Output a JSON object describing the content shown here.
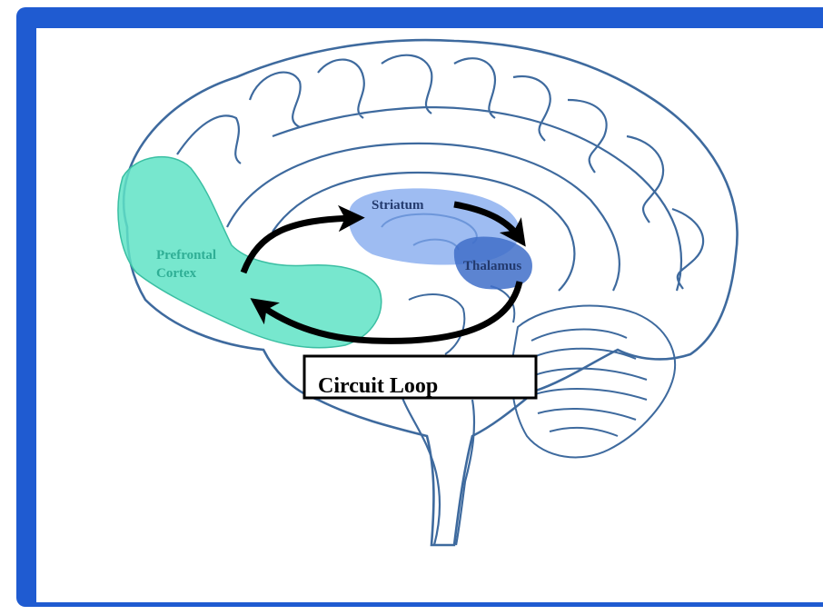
{
  "diagram": {
    "labels": {
      "prefrontal_line1": "Prefrontal",
      "prefrontal_line2": "Cortex",
      "striatum": "Striatum",
      "thalamus": "Thalamus",
      "circuit_loop": "Circuit Loop"
    },
    "colors": {
      "frame": "#1f5bd1",
      "brain_outline": "#3e6a9e",
      "prefrontal_fill": "#5fe3c6",
      "striatum_fill": "#7ea6ee",
      "thalamus_fill": "#3f6fc9",
      "arrow": "#000000"
    }
  }
}
